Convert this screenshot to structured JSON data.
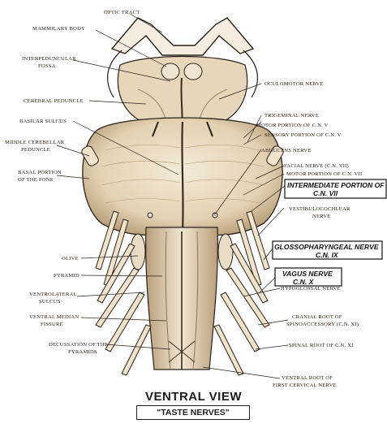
{
  "labels": {
    "optic_tract": "OPTIC TRACT",
    "mammilary_body": "MAMMILARY BODY",
    "interpeduncular_l1": "INTERPEDUNCULAR",
    "interpeduncular_l2": "FOSSA",
    "cerebral_peduncle": "CEREBRAL PEDUNCLE",
    "basilar_sulcus": "BASILAR SULCUS",
    "middle_cerebellar_l1": "MIDDLE CEREBELLAR",
    "middle_cerebellar_l2": "PEDUNCLE",
    "basal_portion_l1": "BASAL PORTION",
    "basal_portion_l2": "OF THE PONS",
    "olive": "OLIVE",
    "pyramid": "PYRAMID",
    "ventrolateral_l1": "VENTROLATERAL",
    "ventrolateral_l2": "SULCUS",
    "ventral_median_l1": "VENTRAL MEDIAN",
    "ventral_median_l2": "FISSURE",
    "decussation_l1": "DECUSSATION OF THE",
    "decussation_l2": "PYRAMIDS",
    "oculomotor": "OCULOMOTOR NERVE",
    "trigeminal": "TRIGEMINAL NERVE",
    "motor_cn_v": "MOTOR PORTION OF C.N. V",
    "sensory_cn_v": "SENSORY PORTION OF C.N. V",
    "abducens": "ABDUCENS NERVE",
    "facial": "FACIAL NERVE (C.N. VII)",
    "motor_cn_vii": "MOTOR PORTION OF C.N. VII",
    "vestibulo_l1": "VESTIBULOCOCHLEAR",
    "vestibulo_l2": "NERVE",
    "hypoglossal": "HYPOGLOSSAL NERVE",
    "cranial_root_l1": "CRANIAL ROOT OF",
    "cranial_root_l2": "SPINOACCESSORY (C.N. XI)",
    "spinal_root": "SPINAL ROOT OF C.N. XI",
    "ventral_root_l1": "VENTRAL ROOT OF",
    "ventral_root_l2": "FIRST CERVICAL NERVE"
  },
  "boxed_labels": {
    "intermediate_l1": "INTERMEDIATE PORTION OF",
    "intermediate_l2": "C.N. VII",
    "glosso_l1": "GLOSSOPHARYNGEAL NERVE",
    "glosso_l2": "C.N. IX",
    "vagus_l1": "VAGUS NERVE",
    "vagus_l2": "C.N. X"
  },
  "title": "VENTRAL VIEW",
  "subtitle": "\"TASTE NERVES\"",
  "colors": {
    "tissue": "#e9dcc4",
    "shadow": "#b89f7b",
    "ink": "#2a2118"
  }
}
